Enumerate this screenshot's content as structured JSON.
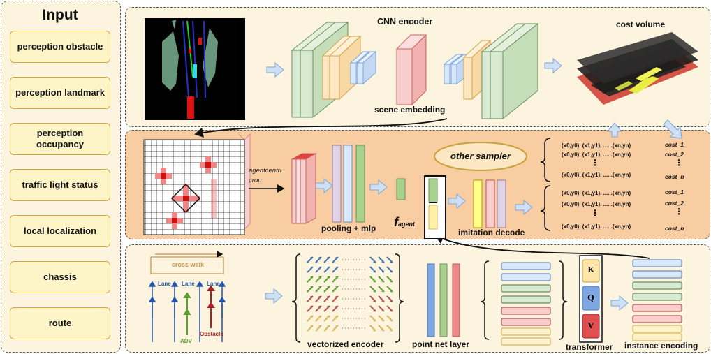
{
  "input": {
    "title": "Input",
    "items": [
      "perception obstacle",
      "perception landmark",
      "perception occupancy",
      "traffic light status",
      "local localization",
      "chassis",
      "route"
    ]
  },
  "top": {
    "cnn_encoder": "CNN encoder",
    "scene_embedding": "scene embedding",
    "cost_volume": "cost volume"
  },
  "middle": {
    "crop_label": "agentcentri crop",
    "pooling_label": "pooling + mlp",
    "other_sampler": "other sampler",
    "f_agent_symbol": "f",
    "f_agent_sub": "agent",
    "imitation_decode": "imitation decode",
    "trajectory_text": "(x0,y0), (x1,y1), ......(xn,yn)",
    "ellipsis": "⋮",
    "cost_group1": [
      "cost_1",
      "cost_2",
      "cost_n"
    ],
    "cost_group2": [
      "cost_1",
      "cost_2",
      "cost_n"
    ]
  },
  "bottom": {
    "cross_walk": "cross walk",
    "lane": "Lane",
    "adv": "ADV",
    "obstacle": "Obstacle",
    "vectorized_encoder": "vectorized encoder",
    "point_net_layer": "point net layer",
    "transformer": "transformer",
    "key": "K",
    "query": "Q",
    "value": "V",
    "instance_encoding": "instance encoding"
  },
  "colors": {
    "panel_bg": "#fdf4df",
    "middle_bg": "#f9cda2",
    "input_box": "#fdf4c7",
    "arrow_fill": "#cfe0f5",
    "green": "#d8ead2",
    "orange": "#fde6c2",
    "blue": "#dae8fc",
    "pink": "#f8cecc",
    "purple": "#e1d5e7",
    "yellow": "#fff2a8"
  }
}
